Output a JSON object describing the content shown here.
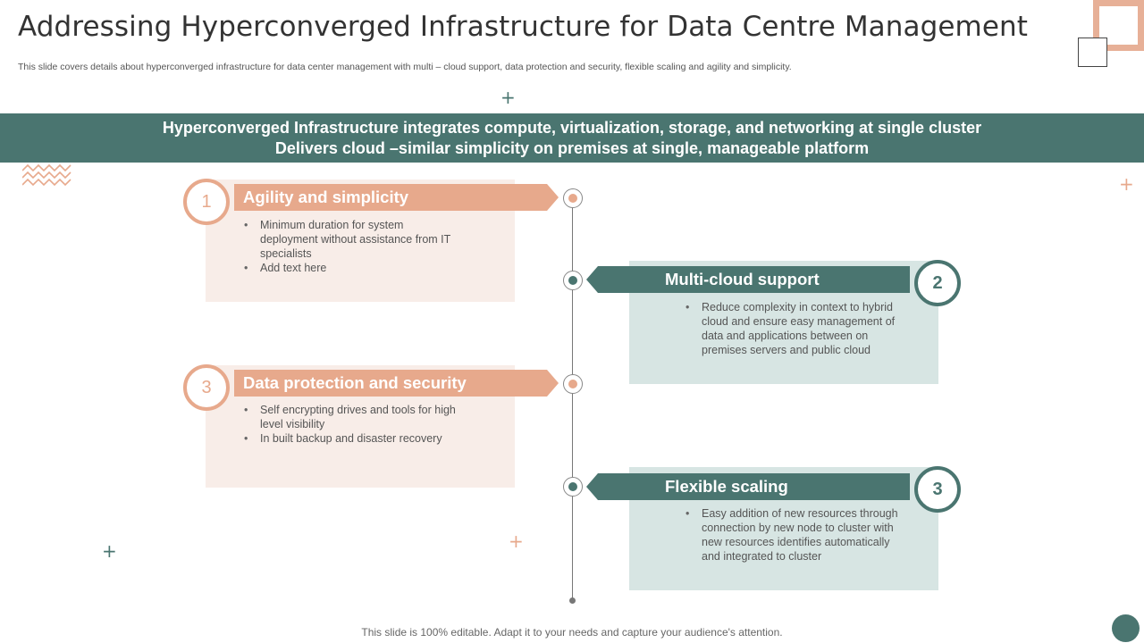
{
  "slide": {
    "title": "Addressing Hyperconverged Infrastructure for Data Centre Management",
    "subtitle": "This slide covers details about hyperconverged infrastructure for data center management with multi – cloud support, data protection and security, flexible scaling and agility and simplicity.",
    "banner": {
      "line1": "Hyperconverged Infrastructure integrates compute, virtualization, storage, and networking at single cluster",
      "line2": "Delivers cloud –similar simplicity on premises at single, manageable platform"
    },
    "footer": "This slide is 100% editable. Adapt it to your needs and capture your audience's attention."
  },
  "cards": [
    {
      "number": "1",
      "heading": "Agility and simplicity",
      "bullets": [
        "Minimum duration for system deployment without assistance from IT specialists",
        "Add text here"
      ],
      "color": "#e7a98c"
    },
    {
      "number": "2",
      "heading": "Multi-cloud support",
      "bullets": [
        "Reduce complexity in context to hybrid cloud and ensure easy management of data and applications between on premises servers and public cloud"
      ],
      "color": "#4a7570"
    },
    {
      "number": "3",
      "heading": "Data protection and security",
      "bullets": [
        "Self encrypting drives and tools for high level visibility",
        "In built backup and disaster recovery"
      ],
      "color": "#e7a98c"
    },
    {
      "number": "3",
      "heading": "Flexible scaling",
      "bullets": [
        "Easy addition of new resources through connection by new node to cluster with new resources identifies automatically and integrated to cluster"
      ],
      "color": "#4a7570"
    }
  ],
  "icons": {
    "plus": "+",
    "zigzag": "zigzag-lines-icon"
  }
}
